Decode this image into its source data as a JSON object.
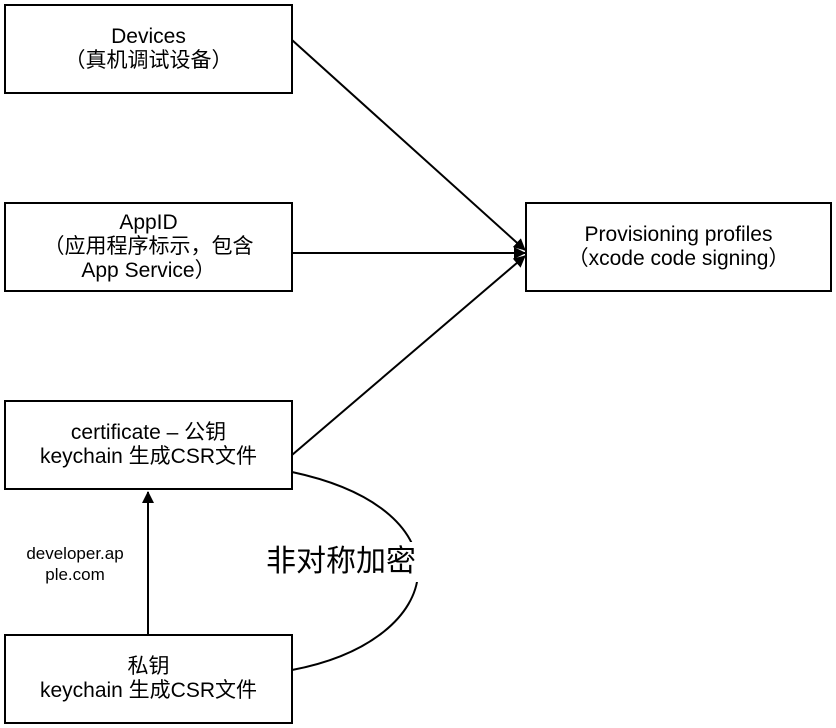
{
  "nodes": {
    "devices": {
      "line1": "Devices",
      "line2": "（真机调试设备）"
    },
    "appid": {
      "line1": "AppID",
      "line2": "（应用程序标示，包含",
      "line3": "App Service）"
    },
    "provisioning": {
      "line1": "Provisioning profiles",
      "line2": "（xcode code signing）"
    },
    "certificate": {
      "line1": "certificate – 公钥",
      "line2": "keychain 生成CSR文件"
    },
    "private_key": {
      "line1": "私钥",
      "line2": "keychain 生成CSR文件"
    }
  },
  "edge_labels": {
    "upload": {
      "line1": "developer.ap",
      "line2": "ple.com"
    },
    "asymmetric": "非对称加密"
  },
  "colors": {
    "stroke": "#000000",
    "background": "#ffffff"
  }
}
